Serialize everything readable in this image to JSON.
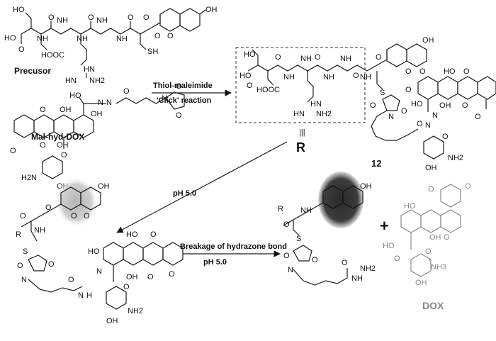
{
  "labels": {
    "precursor": "Precusor",
    "mal_hyd_dox": "Mal-hyd-DOX",
    "arrow1_line1": "Thiol-maleimide",
    "arrow1_line2": "'Click' reaction",
    "r_label": "R",
    "equiv_symbol": "|||",
    "compound_number": "12",
    "arrow2": "pH 5.0",
    "arrow3_line1": "Breakage of hydrazone bond",
    "arrow3_line2": "pH 5.0",
    "plus": "+",
    "dox": "DOX",
    "r_substituent": "R"
  },
  "atoms": {
    "oh": "OH",
    "ho": "HO",
    "hooc": "HOOC",
    "o": "O",
    "n": "N",
    "h": "H",
    "s": "S",
    "sh": "SH",
    "nh": "NH",
    "hn": "HN",
    "nh2": "NH2",
    "h2n": "H2N",
    "nnh2": "NH2",
    "nh3": "NH3",
    "hn_plus": "+",
    "methoxy": "O"
  },
  "colors": {
    "ink": "#111111",
    "dox_label": "#888888",
    "highlight_light": "#c8c8c8",
    "highlight_dark": "#3a3a3a",
    "box_dash": "#333333"
  }
}
